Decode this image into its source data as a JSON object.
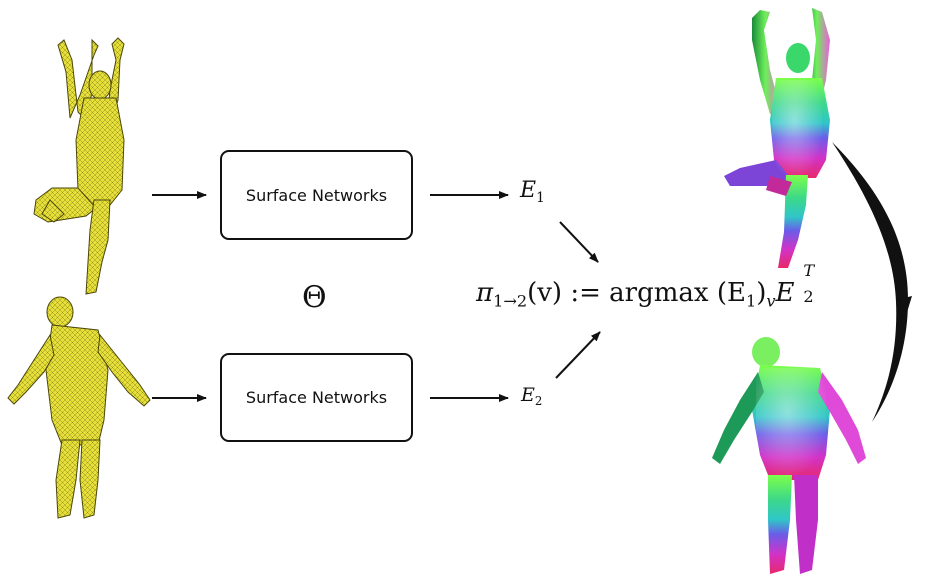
{
  "diagram": {
    "box_top_label": "Surface Networks",
    "box_bottom_label": "Surface Networks",
    "theta": "Θ",
    "e1": {
      "base": "E",
      "sub": "1"
    },
    "e2": {
      "base": "E",
      "sub": "2"
    },
    "formula": {
      "pi": "π",
      "pi_sub": "1→2",
      "arg": "(v)",
      "assign": ":=",
      "op": "argmax",
      "lhs_base": "(E",
      "lhs_sub": "1",
      "lhs_close": ")",
      "lhs_outer_sub": "v",
      "rhs_base": "E",
      "rhs_sub": "2",
      "rhs_sup": "T"
    },
    "colors": {
      "mesh_fill": "#e7e03a",
      "mesh_line": "#6f6a10",
      "arrow": "#111111"
    },
    "icons": [
      "mesh-figure-top-icon",
      "mesh-figure-bottom-icon",
      "colored-figure-top-icon",
      "colored-figure-bottom-icon",
      "curved-arrow-icon"
    ]
  }
}
